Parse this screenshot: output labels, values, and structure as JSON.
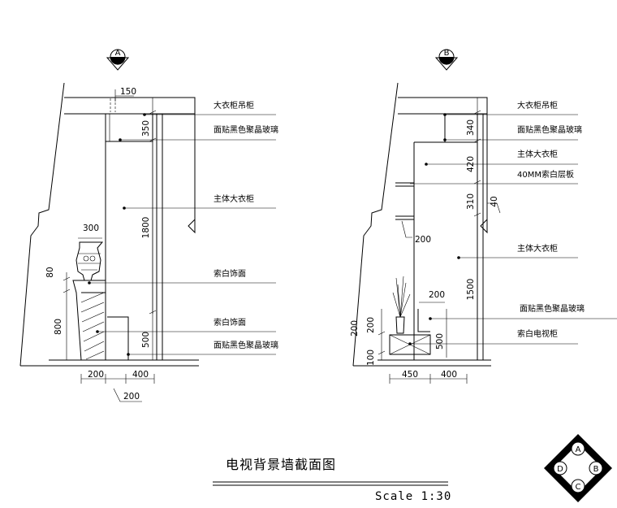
{
  "title": "电视背景墙截面图",
  "scale": "Scale 1:30",
  "section_a": {
    "marker": "A",
    "labels": [
      "大衣柜吊柜",
      "面贴黑色聚晶玻璃",
      "主体大衣柜",
      "索白饰面",
      "索白饰面",
      "面贴黑色聚晶玻璃"
    ],
    "dims": {
      "d150": "150",
      "d350": "350",
      "d1800": "1800",
      "d500": "500",
      "d300": "300",
      "d80": "80",
      "d800": "800",
      "d200a": "200",
      "d400": "400",
      "d200b": "200"
    }
  },
  "section_b": {
    "marker": "B",
    "labels": [
      "大衣柜吊柜",
      "面贴黑色聚晶玻璃",
      "主体大衣柜",
      "40MM索白层板",
      "主体大衣柜",
      "面贴黑色聚晶玻璃",
      "索白电视柜"
    ],
    "dims": {
      "d340": "340",
      "d420": "420",
      "d310": "310",
      "d40": "40",
      "d200a": "200",
      "d1500": "1500",
      "d200b": "200",
      "d500": "500",
      "d200c": "200",
      "d200d": "200",
      "d100": "100",
      "d450": "450",
      "d400": "400"
    }
  },
  "compass": [
    "A",
    "B",
    "C",
    "D"
  ]
}
